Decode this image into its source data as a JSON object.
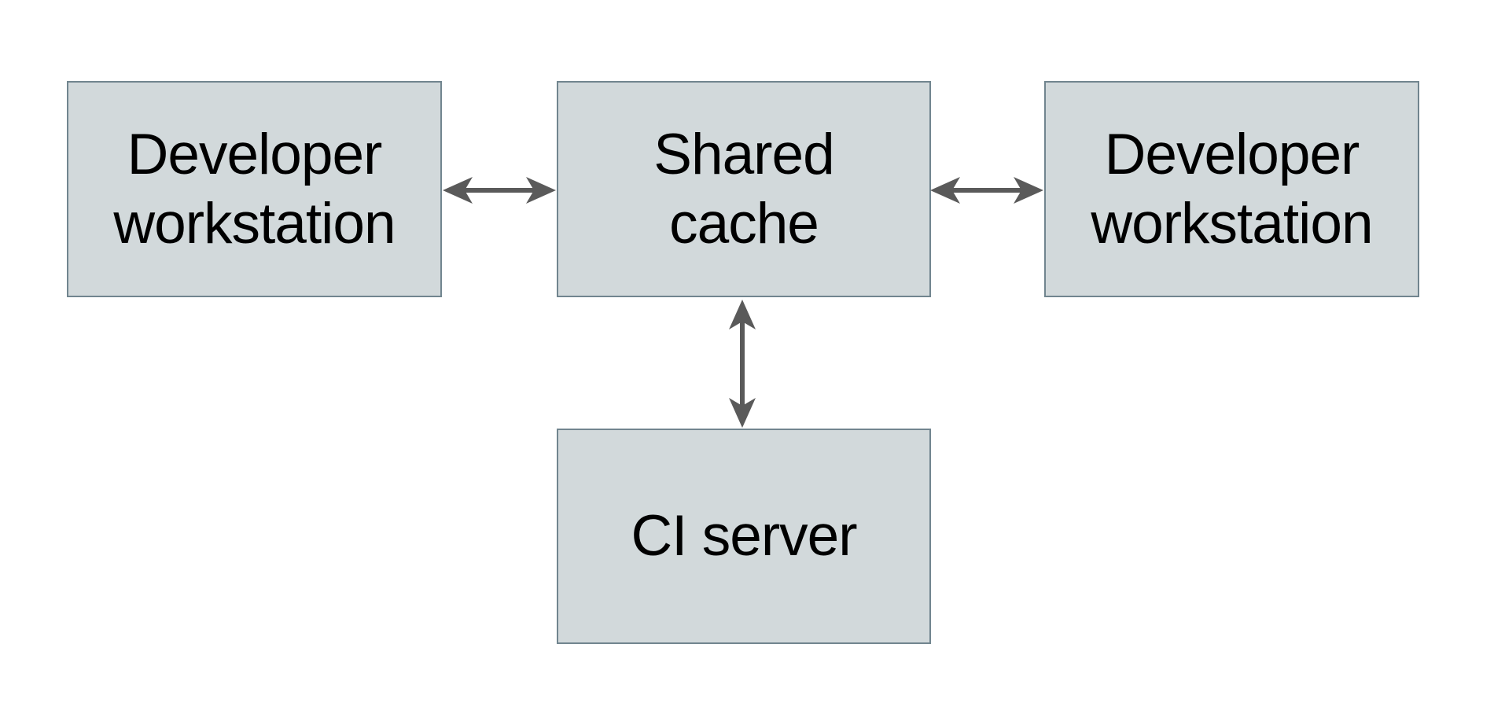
{
  "diagram": {
    "title": "",
    "colors": {
      "background": "#ffffff",
      "node_fill": "#d2d9db",
      "node_border": "#71858f",
      "arrow": "#5a5a5a",
      "text": "#000000"
    },
    "nodes": [
      {
        "id": "dev-left",
        "label": "Developer workstation",
        "lines": [
          "Developer",
          "workstation"
        ]
      },
      {
        "id": "shared-cache",
        "label": "Shared cache",
        "lines": [
          "Shared",
          "cache"
        ]
      },
      {
        "id": "dev-right",
        "label": "Developer workstation",
        "lines": [
          "Developer",
          "workstation"
        ]
      },
      {
        "id": "ci-server",
        "label": "CI server",
        "lines": [
          "CI server"
        ]
      }
    ],
    "edges": [
      {
        "from": "dev-left",
        "to": "shared-cache",
        "direction": "bidirectional",
        "orientation": "horizontal"
      },
      {
        "from": "shared-cache",
        "to": "dev-right",
        "direction": "bidirectional",
        "orientation": "horizontal"
      },
      {
        "from": "shared-cache",
        "to": "ci-server",
        "direction": "bidirectional",
        "orientation": "vertical"
      }
    ]
  }
}
